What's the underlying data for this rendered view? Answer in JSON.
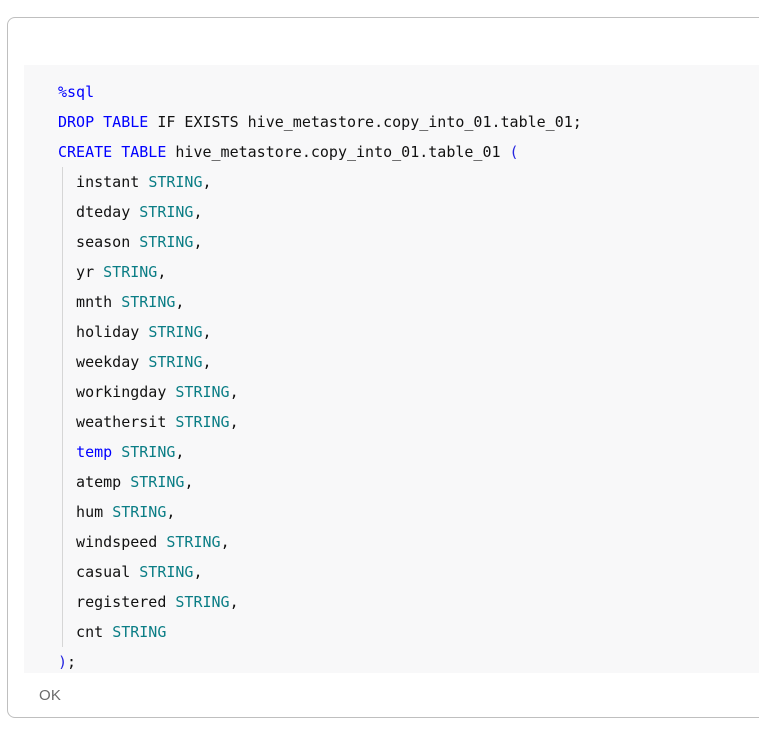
{
  "card": {
    "status_text": "OK"
  },
  "code": {
    "language_magic": "%sql",
    "colors": {
      "keyword": "#0000FF",
      "type": "#0A7D85",
      "identifier": "#111111",
      "paren": "#2626E0",
      "background": "#F8F8F9",
      "card_border": "#BFBFBF",
      "status": "#6B6B6B",
      "indent_guide": "#D6D6D6"
    },
    "statements": {
      "drop": "DROP TABLE IF EXISTS hive_metastore.copy_into_01.table_01;",
      "create": "CREATE TABLE hive_metastore.copy_into_01.table_01 ("
    },
    "table_name": "hive_metastore.copy_into_01.table_01",
    "catalog": "hive_metastore",
    "schema": "copy_into_01",
    "table": "table_01",
    "closing": ");",
    "lines": [
      {
        "id": "l1",
        "tokens": [
          {
            "t": "%sql",
            "c": "kw"
          }
        ]
      },
      {
        "id": "l2",
        "tokens": [
          {
            "t": "DROP",
            "c": "kw"
          },
          {
            "t": " ",
            "c": "ws"
          },
          {
            "t": "TABLE",
            "c": "kw"
          },
          {
            "t": " IF EXISTS hive_metastore.copy_into_01.table_01;",
            "c": "id"
          }
        ]
      },
      {
        "id": "l3",
        "tokens": [
          {
            "t": "CREATE",
            "c": "kw"
          },
          {
            "t": " ",
            "c": "ws"
          },
          {
            "t": "TABLE",
            "c": "kw"
          },
          {
            "t": " hive_metastore.copy_into_01.table_01 ",
            "c": "id"
          },
          {
            "t": "(",
            "c": "paren"
          }
        ]
      },
      {
        "id": "l4",
        "tokens": [
          {
            "t": "  instant ",
            "c": "id"
          },
          {
            "t": "STRING",
            "c": "type"
          },
          {
            "t": ",",
            "c": "punc"
          }
        ]
      },
      {
        "id": "l5",
        "tokens": [
          {
            "t": "  dteday ",
            "c": "id"
          },
          {
            "t": "STRING",
            "c": "type"
          },
          {
            "t": ",",
            "c": "punc"
          }
        ]
      },
      {
        "id": "l6",
        "tokens": [
          {
            "t": "  season ",
            "c": "id"
          },
          {
            "t": "STRING",
            "c": "type"
          },
          {
            "t": ",",
            "c": "punc"
          }
        ]
      },
      {
        "id": "l7",
        "tokens": [
          {
            "t": "  yr ",
            "c": "id"
          },
          {
            "t": "STRING",
            "c": "type"
          },
          {
            "t": ",",
            "c": "punc"
          }
        ]
      },
      {
        "id": "l8",
        "tokens": [
          {
            "t": "  mnth ",
            "c": "id"
          },
          {
            "t": "STRING",
            "c": "type"
          },
          {
            "t": ",",
            "c": "punc"
          }
        ]
      },
      {
        "id": "l9",
        "tokens": [
          {
            "t": "  holiday ",
            "c": "id"
          },
          {
            "t": "STRING",
            "c": "type"
          },
          {
            "t": ",",
            "c": "punc"
          }
        ]
      },
      {
        "id": "l10",
        "tokens": [
          {
            "t": "  weekday ",
            "c": "id"
          },
          {
            "t": "STRING",
            "c": "type"
          },
          {
            "t": ",",
            "c": "punc"
          }
        ]
      },
      {
        "id": "l11",
        "tokens": [
          {
            "t": "  workingday ",
            "c": "id"
          },
          {
            "t": "STRING",
            "c": "type"
          },
          {
            "t": ",",
            "c": "punc"
          }
        ]
      },
      {
        "id": "l12",
        "tokens": [
          {
            "t": "  weathersit ",
            "c": "id"
          },
          {
            "t": "STRING",
            "c": "type"
          },
          {
            "t": ",",
            "c": "punc"
          }
        ]
      },
      {
        "id": "l13",
        "tokens": [
          {
            "t": "  ",
            "c": "id"
          },
          {
            "t": "temp",
            "c": "kw"
          },
          {
            "t": " ",
            "c": "id"
          },
          {
            "t": "STRING",
            "c": "type"
          },
          {
            "t": ",",
            "c": "punc"
          }
        ]
      },
      {
        "id": "l14",
        "tokens": [
          {
            "t": "  atemp ",
            "c": "id"
          },
          {
            "t": "STRING",
            "c": "type"
          },
          {
            "t": ",",
            "c": "punc"
          }
        ]
      },
      {
        "id": "l15",
        "tokens": [
          {
            "t": "  hum ",
            "c": "id"
          },
          {
            "t": "STRING",
            "c": "type"
          },
          {
            "t": ",",
            "c": "punc"
          }
        ]
      },
      {
        "id": "l16",
        "tokens": [
          {
            "t": "  windspeed ",
            "c": "id"
          },
          {
            "t": "STRING",
            "c": "type"
          },
          {
            "t": ",",
            "c": "punc"
          }
        ]
      },
      {
        "id": "l17",
        "tokens": [
          {
            "t": "  casual ",
            "c": "id"
          },
          {
            "t": "STRING",
            "c": "type"
          },
          {
            "t": ",",
            "c": "punc"
          }
        ]
      },
      {
        "id": "l18",
        "tokens": [
          {
            "t": "  registered ",
            "c": "id"
          },
          {
            "t": "STRING",
            "c": "type"
          },
          {
            "t": ",",
            "c": "punc"
          }
        ]
      },
      {
        "id": "l19",
        "tokens": [
          {
            "t": "  cnt ",
            "c": "id"
          },
          {
            "t": "STRING",
            "c": "type"
          }
        ]
      },
      {
        "id": "l20",
        "tokens": [
          {
            "t": ")",
            "c": "paren"
          },
          {
            "t": ";",
            "c": "punc"
          }
        ]
      }
    ],
    "columns": [
      {
        "name": "instant",
        "type": "STRING"
      },
      {
        "name": "dteday",
        "type": "STRING"
      },
      {
        "name": "season",
        "type": "STRING"
      },
      {
        "name": "yr",
        "type": "STRING"
      },
      {
        "name": "mnth",
        "type": "STRING"
      },
      {
        "name": "holiday",
        "type": "STRING"
      },
      {
        "name": "weekday",
        "type": "STRING"
      },
      {
        "name": "workingday",
        "type": "STRING"
      },
      {
        "name": "weathersit",
        "type": "STRING"
      },
      {
        "name": "temp",
        "type": "STRING"
      },
      {
        "name": "atemp",
        "type": "STRING"
      },
      {
        "name": "hum",
        "type": "STRING"
      },
      {
        "name": "windspeed",
        "type": "STRING"
      },
      {
        "name": "casual",
        "type": "STRING"
      },
      {
        "name": "registered",
        "type": "STRING"
      },
      {
        "name": "cnt",
        "type": "STRING"
      }
    ]
  }
}
